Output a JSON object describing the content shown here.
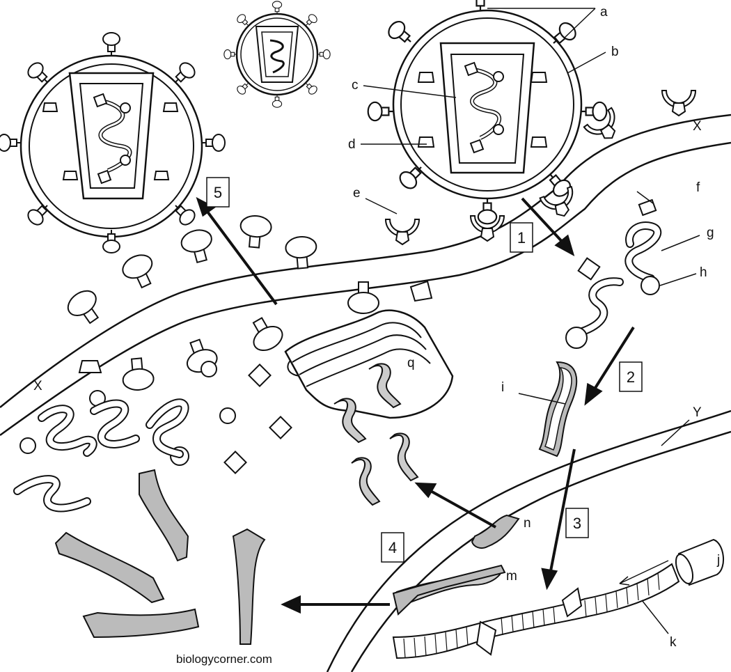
{
  "diagram": {
    "labels": {
      "a": "a",
      "b": "b",
      "c": "c",
      "d": "d",
      "e": "e",
      "f": "f",
      "g": "g",
      "h": "h",
      "i": "i",
      "j": "j",
      "k": "k",
      "m": "m",
      "n": "n",
      "q": "q",
      "x_top": "X",
      "x_left": "X",
      "y": "Y"
    },
    "steps": [
      "1",
      "2",
      "3",
      "4",
      "5"
    ],
    "credit": "biologycorner.com"
  }
}
